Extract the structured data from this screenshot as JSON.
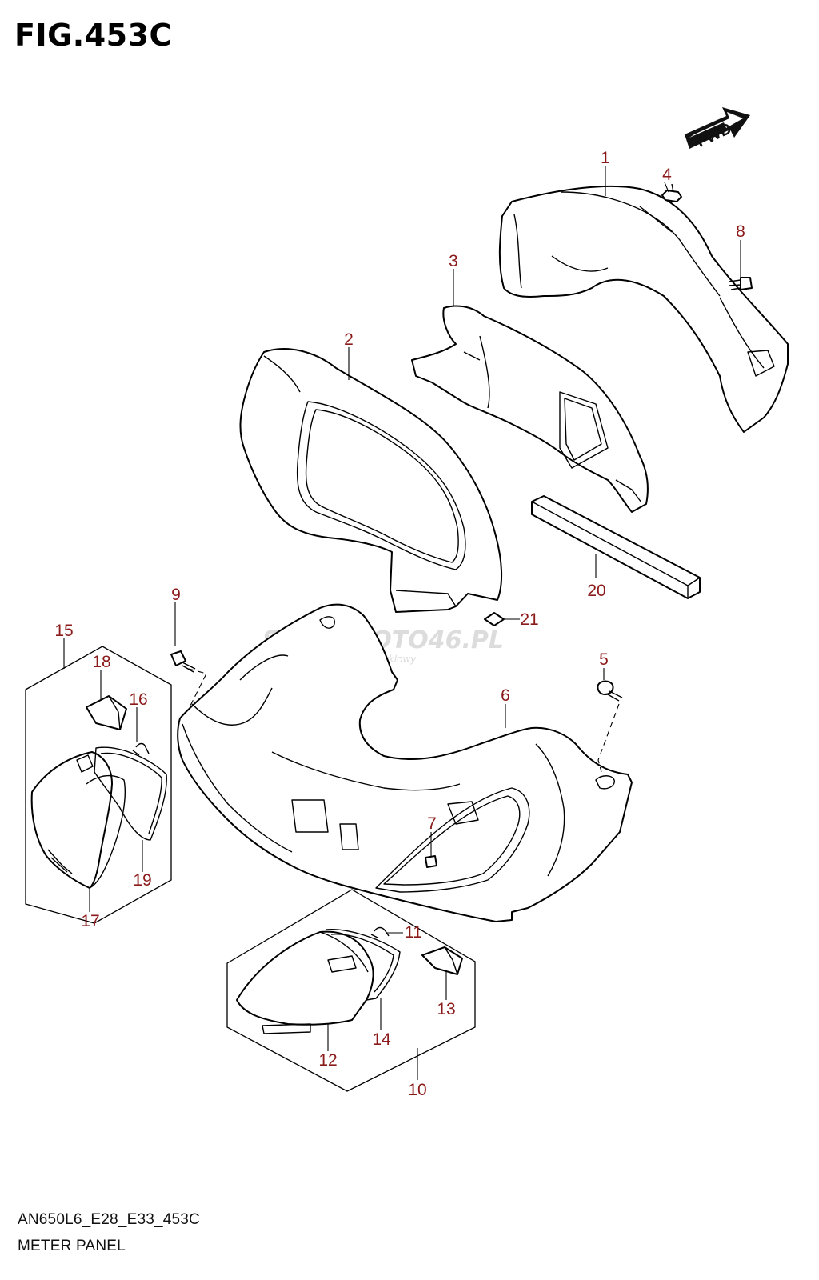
{
  "figure": {
    "title": "FIG.453C",
    "code": "AN650L6_E28_E33_453C",
    "description": "METER PANEL"
  },
  "fwd_arrow": {
    "label": "FWD"
  },
  "watermark": {
    "main": "SKLEPMOTO46.PL",
    "sub": "internetowy sklep motocyklowy"
  },
  "callouts": {
    "c1": "1",
    "c2": "2",
    "c3": "3",
    "c4": "4",
    "c5": "5",
    "c6": "6",
    "c7": "7",
    "c8": "8",
    "c9": "9",
    "c10": "10",
    "c11": "11",
    "c12": "12",
    "c13": "13",
    "c14": "14",
    "c15": "15",
    "c16": "16",
    "c17": "17",
    "c18": "18",
    "c19": "19",
    "c20": "20",
    "c21": "21"
  },
  "colors": {
    "callout": "#8b1a1a",
    "line": "#000000",
    "watermark": "#d9d9d9"
  }
}
